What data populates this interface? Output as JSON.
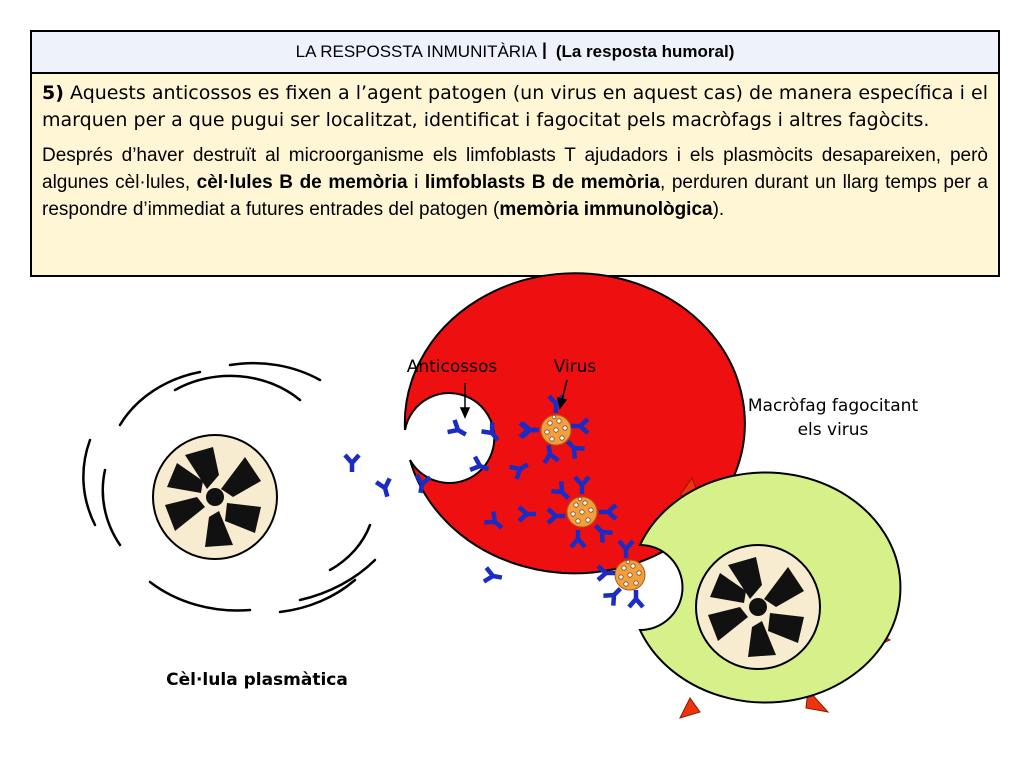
{
  "header": {
    "title_main": "LA RESPOSSTA INMUNITÀRIA",
    "title_roman": "I",
    "title_sub": "(La resposta humoral)"
  },
  "paragraph1": {
    "number": "5)",
    "text": "Aquests anticossos es fixen a l’agent patogen (un virus en aquest cas) de manera específica i el marquen per a que pugui ser localitzat, identificat i fagocitat pels macròfags i altres fagòcits."
  },
  "paragraph2": {
    "part1": "Després d’haver destruït al microorganisme els limfoblasts T ajudadors i els plasmòcits desapareixen, però algunes cèl·lules, ",
    "bold1": "cèl·lules B de memòria",
    "part2": " i ",
    "bold2": "limfoblasts B de memòria",
    "part3": ", perduren durant un llarg temps per a respondre d’immediat a futures entrades del patogen (",
    "bold3": "memòria immunològica",
    "part4": ")."
  },
  "diagram": {
    "label_antibodies": "Anticossos",
    "label_virus": "Virus",
    "label_macrophage_line1": "Macròfag fagocitant",
    "label_macrophage_line2": "els virus",
    "label_plasma_cell": "Cèl·lula plasmàtica"
  },
  "colors": {
    "plasma_cell": "#ee1010",
    "macrophage": "#d6f08a",
    "nucleus": "#f7ecd0",
    "antibody": "#1a2cc4",
    "virus": "#f0a040",
    "spike": "#ee3311"
  }
}
